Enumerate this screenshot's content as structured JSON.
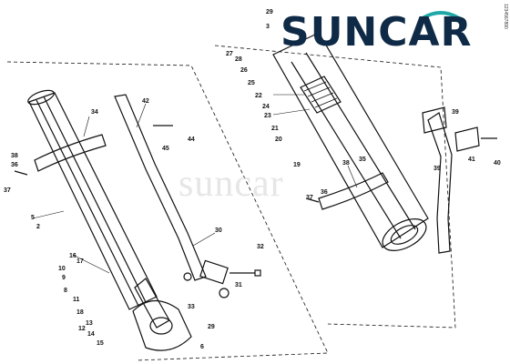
{
  "brand": {
    "logo_text": "SUNCAR",
    "watermark_text": "suncar",
    "corner_code": "1234567890",
    "colors": {
      "logo_dark": "#0f2a46",
      "logo_teal": "#1fa7a8",
      "line": "#111111"
    }
  },
  "callouts": {
    "left": [
      "34",
      "42",
      "45",
      "44",
      "38",
      "36",
      "37",
      "5",
      "2",
      "30",
      "16",
      "17",
      "10",
      "9",
      "8",
      "11",
      "18",
      "13",
      "12",
      "14",
      "15",
      "32",
      "31",
      "33",
      "29",
      "6"
    ],
    "right": [
      "29",
      "3",
      "27",
      "28",
      "26",
      "25",
      "22",
      "24",
      "23",
      "21",
      "20",
      "19",
      "39",
      "39",
      "41",
      "40",
      "38",
      "36",
      "37",
      "35"
    ]
  }
}
